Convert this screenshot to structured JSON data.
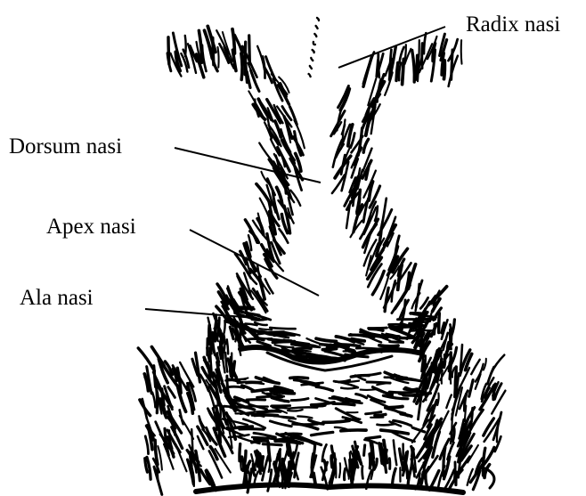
{
  "labels": {
    "radix": "Radix nasi",
    "dorsum": "Dorsum nasi",
    "apex": "Apex nasi",
    "ala": "Ala nasi"
  },
  "colors": {
    "ink": "#000000",
    "paper": "#ffffff"
  }
}
